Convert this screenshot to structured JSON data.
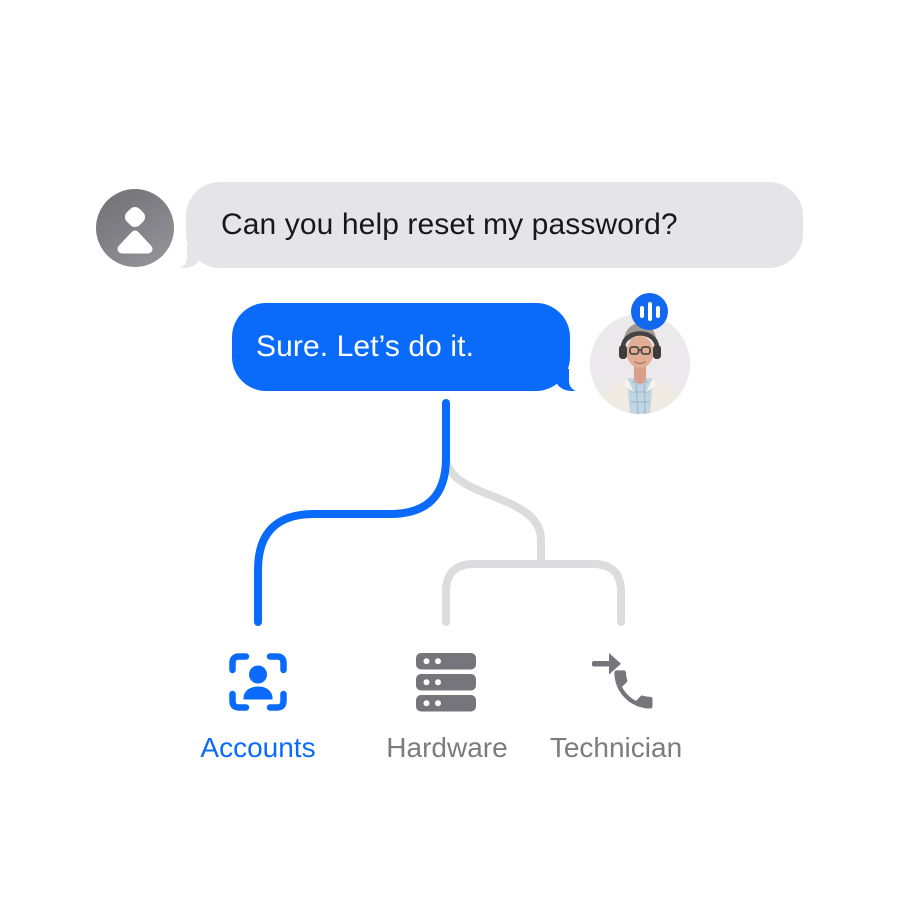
{
  "conversation": {
    "user_message": {
      "text": "Can you help reset my password?",
      "sender": "user"
    },
    "agent_message": {
      "text": "Sure. Let’s do it.",
      "sender": "agent"
    }
  },
  "agent": {
    "voice_badge_icon": "voice-waveform-icon",
    "avatar": "support-agent-with-headset-photo"
  },
  "options": [
    {
      "label": "Accounts",
      "icon": "user-scan-icon",
      "active": true
    },
    {
      "label": "Hardware",
      "icon": "server-stack-icon",
      "active": false
    },
    {
      "label": "Technician",
      "icon": "phone-forward-icon",
      "active": false
    }
  ],
  "colors": {
    "blue": "#0a6bfb",
    "badge-blue": "#1268ef",
    "bubble-gray": "#e5e4e9",
    "line-gray": "#dcdcdf",
    "icon-gray": "#76757b",
    "label-gray": "#7c7b81",
    "text-dark": "#18181b"
  }
}
